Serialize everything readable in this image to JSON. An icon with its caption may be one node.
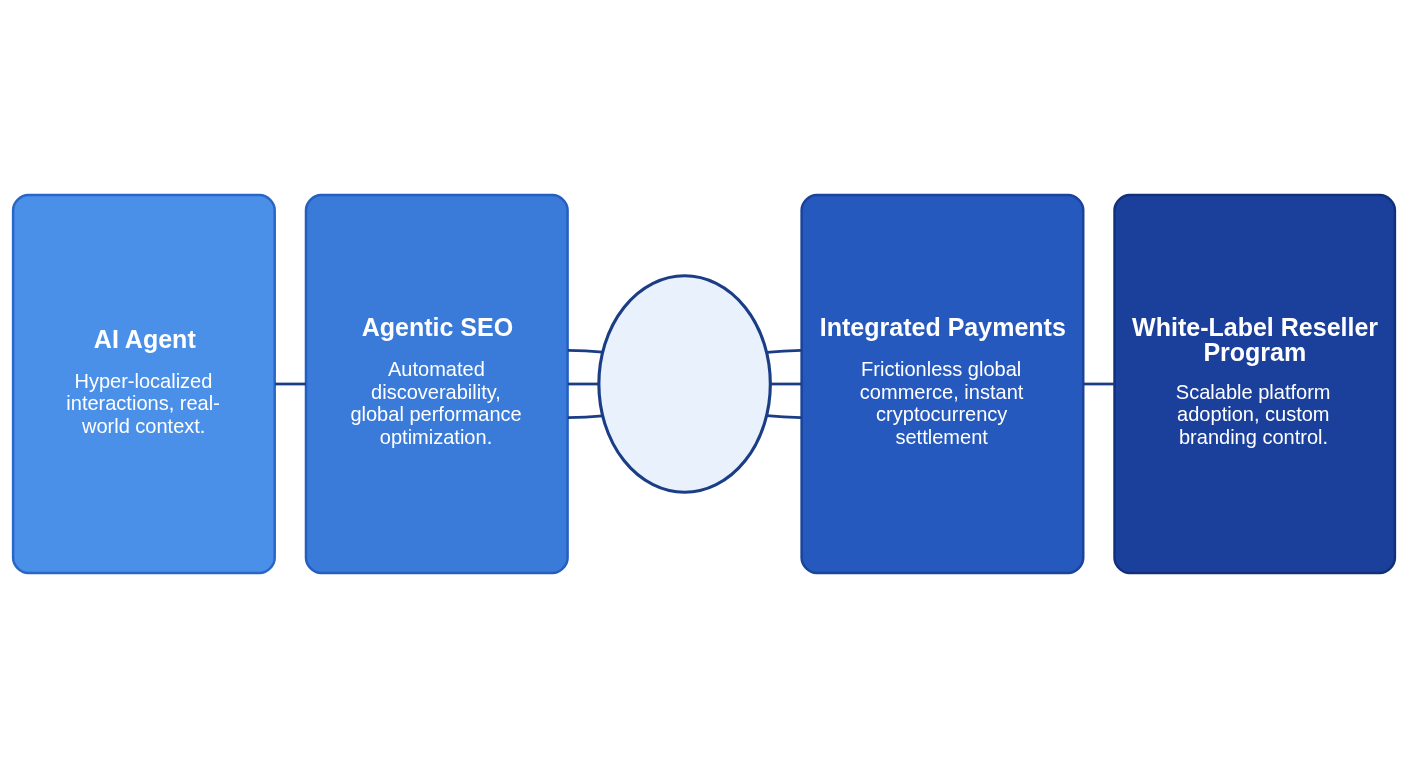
{
  "diagram": {
    "nodes": [
      {
        "text": [
          "AI Agent",
          "Hyper-localized interactions, real-world context."
        ]
      },
      {
        "text": [
          "Agentic SEO",
          "Automated discoverability, global performance optimization."
        ]
      },
      {
        "text": [],
        "shape": "circle"
      },
      {
        "text": [
          "Integrated Payments",
          "Frictionless global commerce, instant cryptocurrency settlement"
        ]
      },
      {
        "text": [
          "White-Label Reseller Program",
          "Scalable platform adoption, custom branding control."
        ]
      }
    ],
    "edges": [
      {
        "from": 0,
        "to": 1,
        "arrow": "none"
      },
      {
        "from": 1,
        "to": 2,
        "arrow": "none"
      },
      {
        "from": 1,
        "to": 2,
        "arrow": "none"
      },
      {
        "from": 1,
        "to": 2,
        "arrow": "none"
      },
      {
        "from": 2,
        "to": 3,
        "arrow": "none"
      },
      {
        "from": 2,
        "to": 3,
        "arrow": "none"
      },
      {
        "from": 2,
        "to": 3,
        "arrow": "none"
      },
      {
        "from": 3,
        "to": 4,
        "arrow": "none"
      }
    ]
  }
}
